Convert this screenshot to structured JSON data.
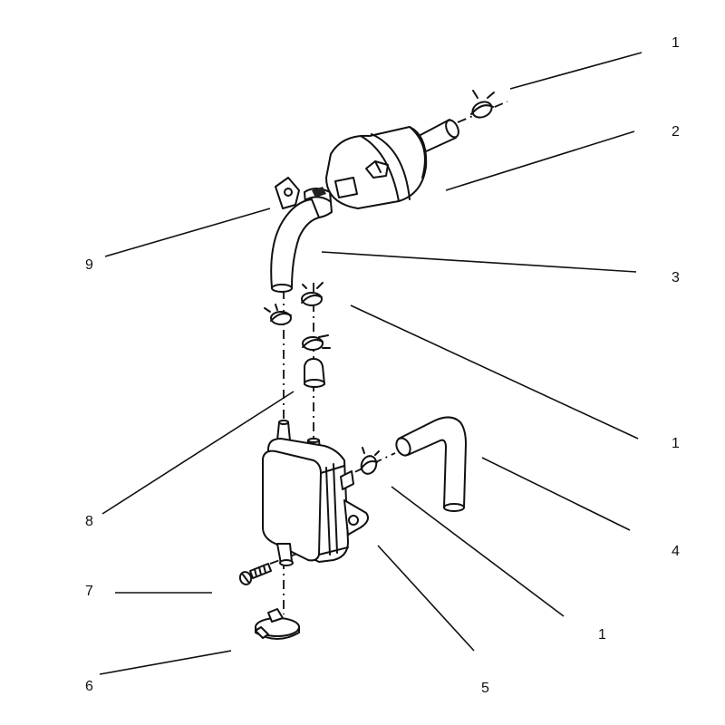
{
  "callouts": {
    "c1a": "1",
    "c2": "2",
    "c3": "3",
    "c1b": "1",
    "c4": "4",
    "c1c": "1",
    "c5": "5",
    "c6": "6",
    "c7": "7",
    "c8": "8",
    "c9": "9"
  }
}
